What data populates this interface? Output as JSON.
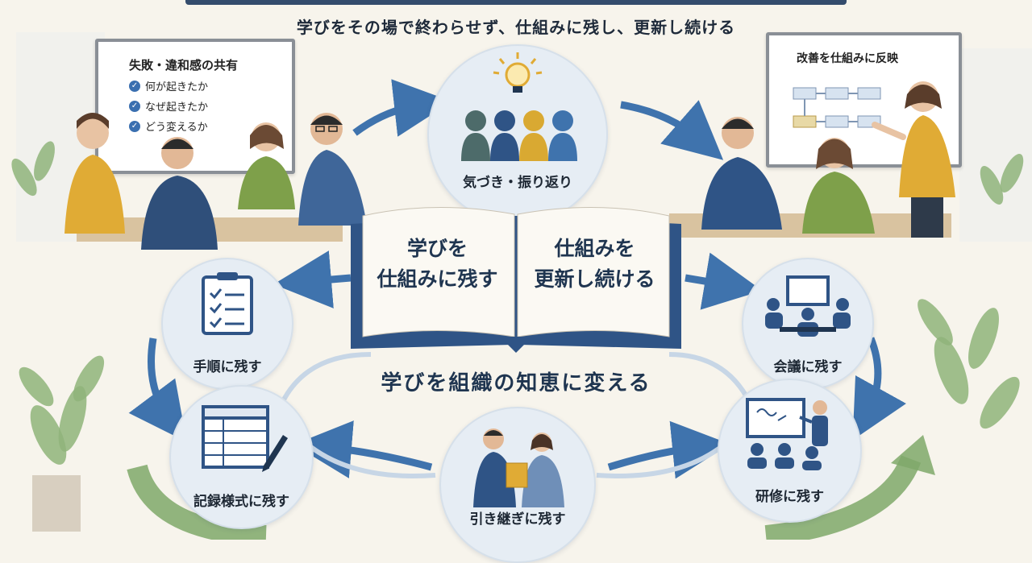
{
  "header": {
    "subtitle": "学びをその場で終わらせず、仕組みに残し、更新し続ける"
  },
  "left_board": {
    "title": "失敗・違和感の共有",
    "items": [
      "何が起きたか",
      "なぜ起きたか",
      "どう変えるか"
    ]
  },
  "right_board": {
    "title": "改善を仕組みに反映"
  },
  "top_node": {
    "label": "気づき・振り返り",
    "icon": "lightbulb-people-icon"
  },
  "book": {
    "left_page": [
      "学びを",
      "仕組みに残す"
    ],
    "right_page": [
      "仕組みを",
      "更新し続ける"
    ]
  },
  "center_caption": "学びを組織の知恵に変える",
  "nodes": {
    "procedure": {
      "label": "手順に残す",
      "icon": "clipboard-checklist-icon"
    },
    "meeting": {
      "label": "会議に残す",
      "icon": "meeting-icon"
    },
    "records": {
      "label": "記録様式に残す",
      "icon": "form-pen-icon"
    },
    "handover": {
      "label": "引き継ぎに残す",
      "icon": "handover-icon"
    },
    "training": {
      "label": "研修に残す",
      "icon": "training-icon"
    }
  },
  "colors": {
    "accent_blue": "#3f73ad",
    "navy": "#1f3550",
    "green_arrow": "#7fa86a",
    "mustard": "#d9a932"
  }
}
